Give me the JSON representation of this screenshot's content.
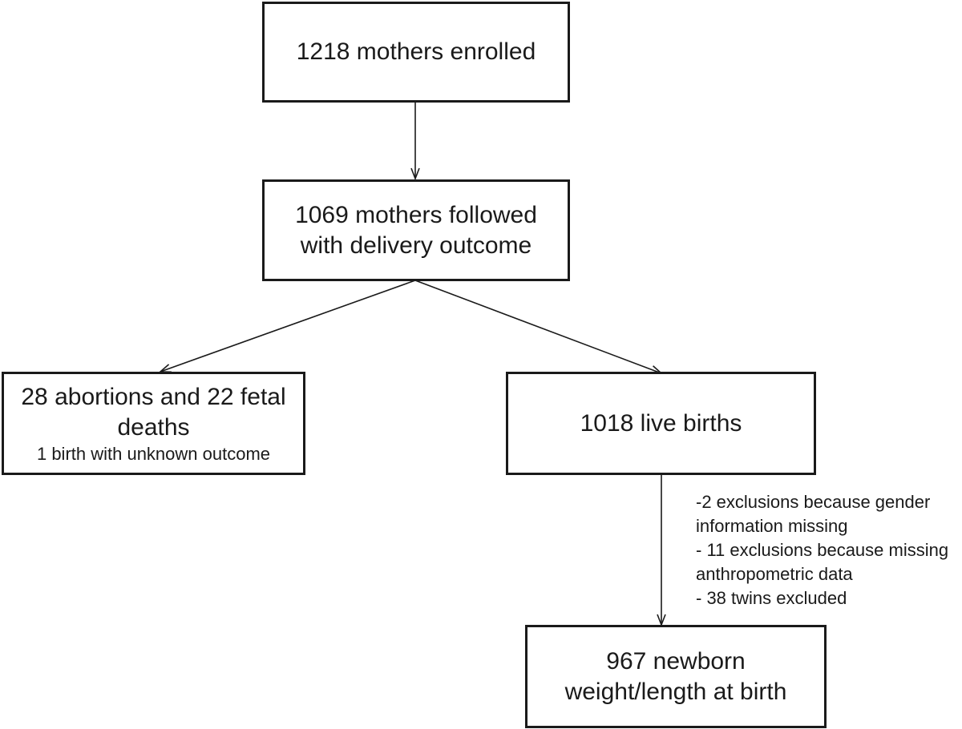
{
  "boxes": {
    "enrolled": {
      "lines": [
        "1218 mothers enrolled"
      ]
    },
    "followed": {
      "lines": [
        "1069 mothers followed",
        "with delivery outcome"
      ]
    },
    "losses": {
      "lines": [
        "28 abortions and 22 fetal",
        "deaths"
      ],
      "subline": "1 birth with unknown outcome"
    },
    "live_births": {
      "lines": [
        "1018 live births"
      ]
    },
    "final": {
      "lines": [
        "967 newborn",
        "weight/length at birth"
      ]
    }
  },
  "exclusions": [
    "-2 exclusions because gender",
    "information missing",
    "- 11 exclusions because missing",
    "anthropometric data",
    "- 38 twins excluded"
  ],
  "colors": {
    "stroke": "#1a1a1a",
    "background": "#ffffff"
  }
}
